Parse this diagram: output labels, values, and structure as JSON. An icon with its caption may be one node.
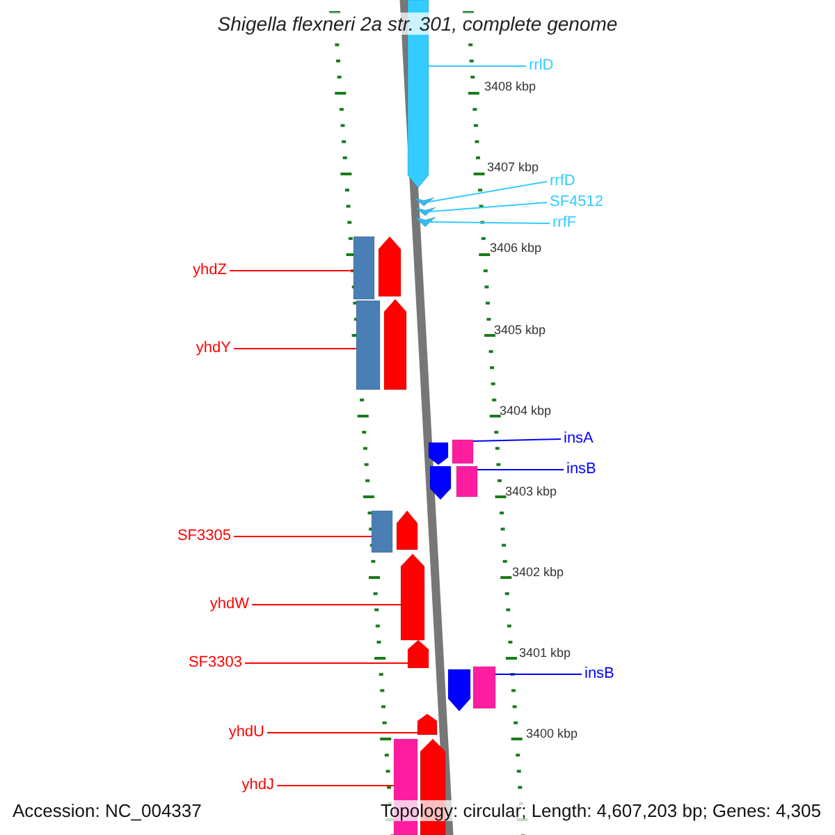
{
  "diagram": {
    "title": "Shigella flexneri 2a str. 301, complete genome",
    "nodes": [
      {
        "text": [
          "rrlD"
        ]
      },
      {
        "text": [],
        "shape": "bar"
      },
      {
        "text": [
          "rrfD"
        ]
      },
      {
        "text": [],
        "shape": "bar"
      },
      {
        "text": [
          "SF4512"
        ]
      },
      {
        "text": [],
        "shape": "bar"
      },
      {
        "text": [
          "rrfF"
        ]
      },
      {
        "text": [],
        "shape": "bar"
      },
      {
        "text": [
          "yhdZ"
        ]
      },
      {
        "text": [],
        "shape": "bar"
      },
      {
        "text": [
          "yhdY"
        ]
      },
      {
        "text": [],
        "shape": "bar"
      },
      {
        "text": [
          "insA"
        ]
      },
      {
        "text": [],
        "shape": "bar"
      },
      {
        "text": [
          "insB"
        ]
      },
      {
        "text": [],
        "shape": "bar"
      },
      {
        "text": [
          "SF3305"
        ]
      },
      {
        "text": [],
        "shape": "bar"
      },
      {
        "text": [
          "yhdW"
        ]
      },
      {
        "text": [],
        "shape": "bar"
      },
      {
        "text": [
          "SF3303"
        ]
      },
      {
        "text": [],
        "shape": "bar"
      },
      {
        "text": [
          "insB"
        ]
      },
      {
        "text": [],
        "shape": "bar"
      },
      {
        "text": [
          "yhdU"
        ]
      },
      {
        "text": [],
        "shape": "bar"
      },
      {
        "text": [
          "yhdJ"
        ]
      },
      {
        "text": [],
        "shape": "bar"
      },
      {
        "text": [],
        "shape": "bar"
      },
      {
        "text": [],
        "shape": "bar"
      },
      {
        "text": [],
        "shape": "bar"
      },
      {
        "text": [],
        "shape": "bar"
      },
      {
        "text": [],
        "shape": "bar"
      },
      {
        "text": [],
        "shape": "bar"
      },
      {
        "text": [],
        "shape": "bar"
      }
    ],
    "edges": [
      {
        "from": 0,
        "to": 1,
        "arrow": "none",
        "color": "#33ccff"
      },
      {
        "from": 2,
        "to": 3,
        "arrow": "none",
        "color": "#33ccff"
      },
      {
        "from": 4,
        "to": 5,
        "arrow": "none",
        "color": "#33ccff"
      },
      {
        "from": 6,
        "to": 7,
        "arrow": "none",
        "color": "#33ccff"
      },
      {
        "from": 8,
        "to": 9,
        "arrow": "none"
      },
      {
        "from": 10,
        "to": 11,
        "arrow": "none"
      },
      {
        "from": 12,
        "to": 13,
        "arrow": "none",
        "color": "#0000ff"
      },
      {
        "from": 14,
        "to": 15,
        "arrow": "none",
        "color": "#0000ff"
      },
      {
        "from": 16,
        "to": 17,
        "arrow": "none"
      },
      {
        "from": 18,
        "to": 19,
        "arrow": "none"
      },
      {
        "from": 20,
        "to": 21,
        "arrow": "none"
      },
      {
        "from": 22,
        "to": 23,
        "arrow": "none",
        "color": "#0000ff"
      },
      {
        "from": 24,
        "to": 25,
        "arrow": "none"
      },
      {
        "from": 26,
        "to": 27,
        "arrow": "none"
      }
    ],
    "labels": [
      "3408 kbp",
      "3407 kbp",
      "3406 kbp",
      "3405 kbp",
      "3404 kbp",
      "3403 kbp",
      "3402 kbp",
      "3401 kbp",
      "3400 kbp",
      "Accession: NC_004337",
      "Topology: circular; Length: 4,607,203 bp; Genes: 4,305"
    ]
  }
}
